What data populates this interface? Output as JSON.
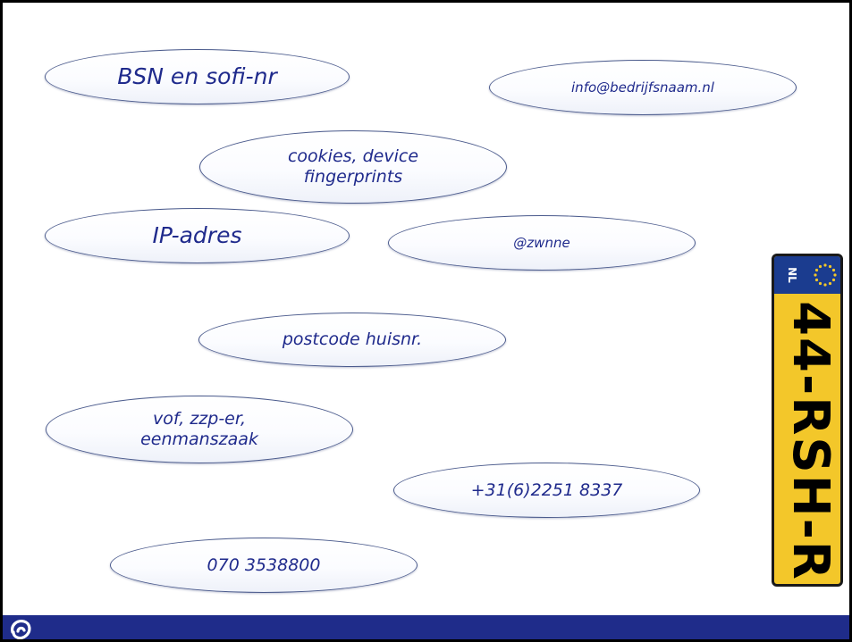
{
  "bubbles": {
    "bsn": "BSN en sofi-nr",
    "email": "info@bedrijfsnaam.nl",
    "cookies_line1": "cookies, device",
    "cookies_line2": "fingerprints",
    "ip": "IP-adres",
    "handle": "@zwnne",
    "postcode": "postcode huisnr.",
    "company_line1": "vof, zzp-er,",
    "company_line2": "eenmanszaak",
    "mobile": "+31(6)2251 8337",
    "landline": "070 3538800"
  },
  "license_plate": {
    "country_code": "NL",
    "number": "44-RSH-R"
  },
  "footer": {
    "logo_icon": "swirl-logo-icon"
  },
  "colors": {
    "bubble_text": "#1f2a8c",
    "bubble_border": "#4a5a8c",
    "plate_yellow": "#f3c72a",
    "plate_blue": "#1b3c8f",
    "footer_bar": "#1f2c8a"
  }
}
